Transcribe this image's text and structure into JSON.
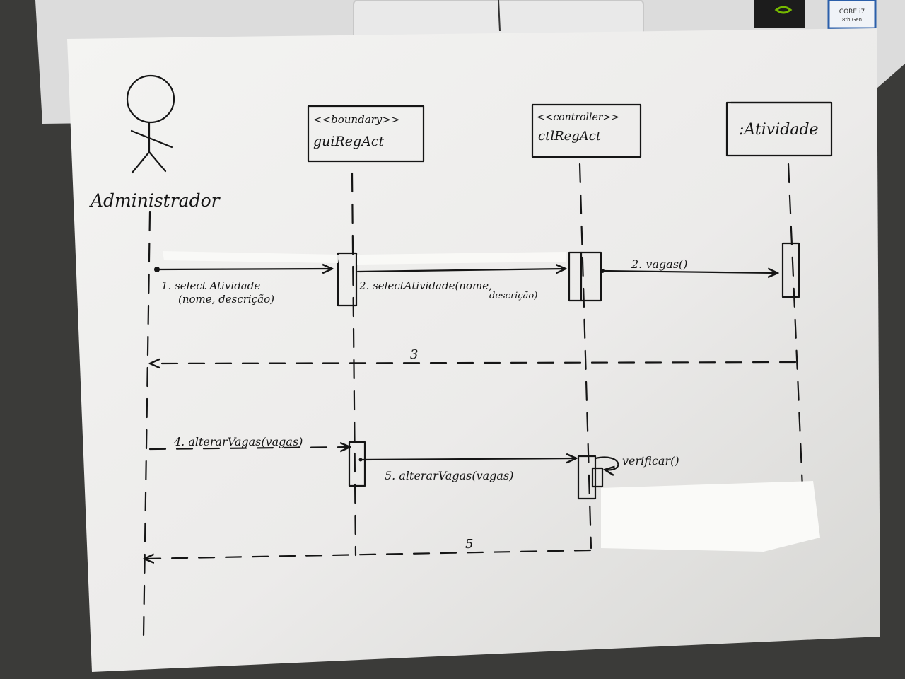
{
  "diagram": {
    "actor": {
      "name": "Administrador"
    },
    "objects": [
      {
        "stereotype": "<<boundary>>",
        "name": "guiRegAct"
      },
      {
        "stereotype": "<<controller>>",
        "name": "ctlRegAct"
      },
      {
        "stereotype": "",
        "name": ":Atividade"
      }
    ],
    "messages": {
      "m1_line1": "1. select Atividade",
      "m1_line2": "(nome, descrição)",
      "m2a_line1": "2. selectAtividade(nome,",
      "m2a_line2": "descrição)",
      "m2b": "2. vagas()",
      "m3": "3",
      "m4": "4. alterarVagas(vagas)",
      "m5": "5. alterarVagas(vagas)",
      "self_call": "verificar()",
      "m5_return": "5"
    }
  },
  "background": {
    "laptop_badge": "CORE i7",
    "laptop_badge_sub": "8th Gen"
  }
}
